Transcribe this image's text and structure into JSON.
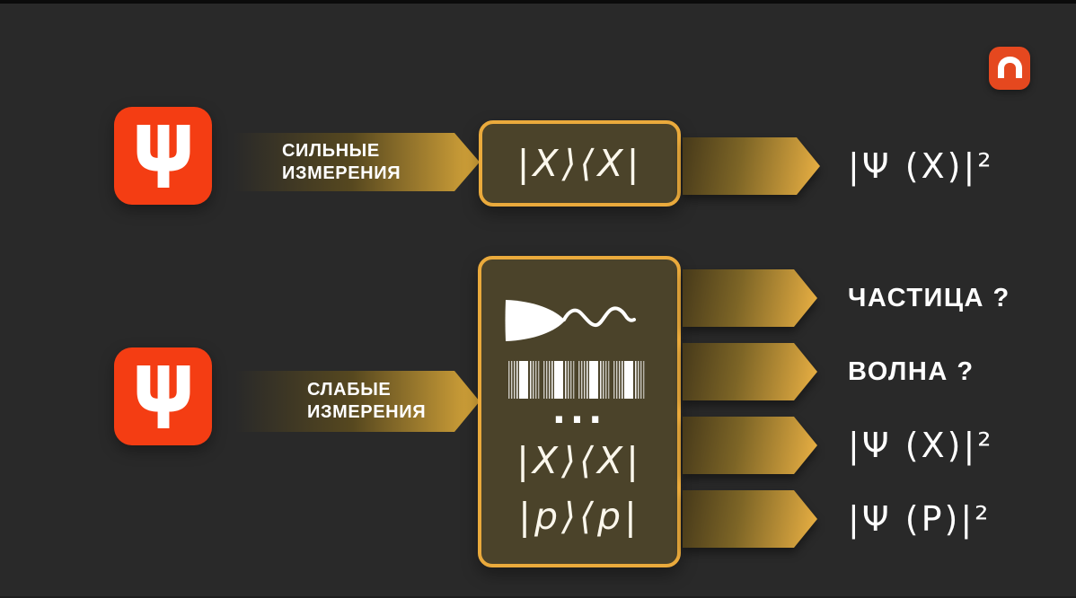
{
  "meta": {
    "background": "#292929",
    "gold_accent": "#EAAA3C",
    "box_fill": "#4B432A",
    "psi_tile_red": "#F43D13",
    "logo_red": "#E5481F"
  },
  "logo": {
    "letter": "n"
  },
  "psi_glyph": "Ψ",
  "strong_row": {
    "arrow_label_line1": "СИЛЬНЫЕ",
    "arrow_label_line2": "ИЗМЕРЕНИЯ",
    "operator": "|X⟩⟨X|",
    "result": "|Ψ (X)|²"
  },
  "weak_row": {
    "arrow_label_line1": "СЛАБЫЕ",
    "arrow_label_line2": "ИЗМЕРЕНИЯ",
    "dots": "···",
    "operator_x": "|X⟩⟨X|",
    "operator_p": "|p⟩⟨p|",
    "outputs": [
      "ЧАСТИЦА ?",
      "ВОЛНА ?",
      "|Ψ (X)|²",
      "|Ψ (P)|²"
    ]
  },
  "icons": {
    "weak_box_icons": [
      "wave-packet-icon",
      "barcode-icon"
    ]
  }
}
